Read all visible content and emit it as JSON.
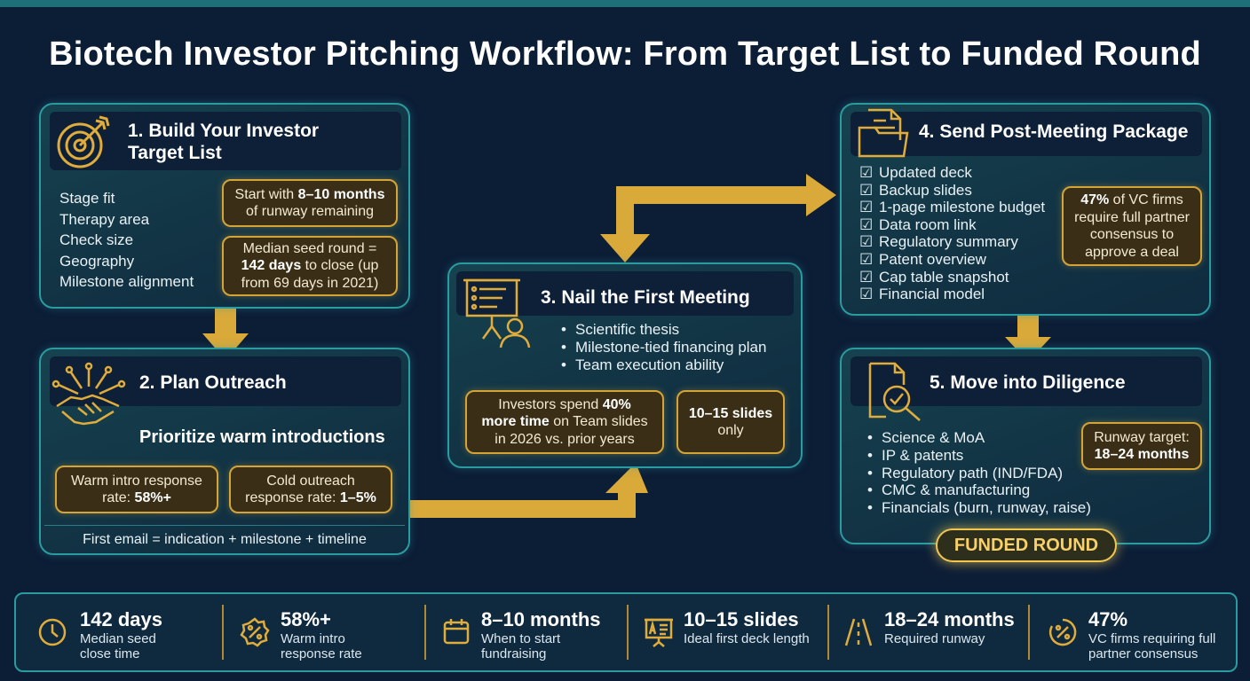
{
  "title": "Biotech Investor Pitching Workflow: From Target List to Funded Round",
  "colors": {
    "background": "#0c1d36",
    "panel_border": "#2a9ba0",
    "accent_gold": "#d4a437",
    "funded_glow": "#f0c64f"
  },
  "step1": {
    "title_line1": "1. Build Your Investor",
    "title_line2": "Target List",
    "icon": "target-icon",
    "criteria": [
      "Stage fit",
      "Therapy area",
      "Check size",
      "Geography",
      "Milestone alignment"
    ],
    "callout_a": {
      "pre": "Start with ",
      "bold": "8–10 months",
      "post": "of runway remaining"
    },
    "callout_b": {
      "line1": "Median seed round =",
      "bold": "142 days",
      "post": " to close (up",
      "line3": "from 69 days in 2021)"
    }
  },
  "step2": {
    "title": "2. Plan Outreach",
    "icon": "handshake-network-icon",
    "subtitle": "Prioritize warm introductions",
    "warm": {
      "line1": "Warm intro response",
      "pre": "rate: ",
      "bold": "58%+"
    },
    "cold": {
      "line1": "Cold outreach",
      "pre": "response rate: ",
      "bold": "1–5%"
    },
    "footer": "First email = indication + milestone + timeline"
  },
  "step3": {
    "title": "3. Nail the First Meeting",
    "icon": "presentation-icon",
    "bullets": [
      "Scientific thesis",
      "Milestone-tied financing plan",
      "Team execution ability"
    ],
    "callout_a": {
      "pre": "Investors spend ",
      "bold1": "40%",
      "bold2": "more time",
      "post": " on Team slides",
      "line3": "in 2026 vs. prior years"
    },
    "callout_b": {
      "bold": "10–15 slides",
      "post": "only"
    }
  },
  "step4": {
    "title": "4. Send Post-Meeting Package",
    "icon": "document-folder-icon",
    "items": [
      "Updated deck",
      "Backup slides",
      "1-page milestone budget",
      "Data room link",
      "Regulatory summary",
      "Patent overview",
      "Cap table snapshot",
      "Financial model"
    ],
    "callout": {
      "bold": "47%",
      "post": " of VC firms",
      "line2": "require full partner",
      "line3": "consensus to",
      "line4": "approve a deal"
    }
  },
  "step5": {
    "title": "5. Move into Diligence",
    "icon": "document-search-icon",
    "bullets": [
      "Science & MoA",
      "IP & patents",
      "Regulatory path (IND/FDA)",
      "CMC & manufacturing",
      "Financials (burn, runway, raise)"
    ],
    "callout": {
      "line1": "Runway target:",
      "bold": "18–24 months"
    },
    "funded": "FUNDED ROUND"
  },
  "stats": [
    {
      "icon": "clock-icon",
      "value": "142 days",
      "label": "Median seed close time"
    },
    {
      "icon": "percent-badge-icon",
      "value": "58%+",
      "label": "Warm intro response rate"
    },
    {
      "icon": "calendar-icon",
      "value": "8–10 months",
      "label": "When to start fundraising"
    },
    {
      "icon": "slide-deck-icon",
      "value": "10–15 slides",
      "label": "Ideal first deck length"
    },
    {
      "icon": "road-icon",
      "value": "18–24 months",
      "label": "Required runway"
    },
    {
      "icon": "percent-circle-icon",
      "value": "47%",
      "label": "VC firms requiring full partner consensus"
    }
  ]
}
